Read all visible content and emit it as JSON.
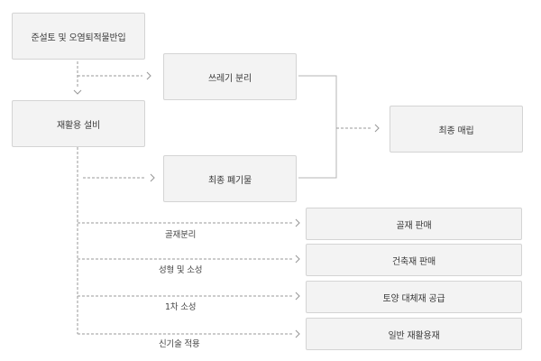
{
  "nodes": {
    "source": "준설토 및 오염퇴적물반입",
    "trash_separation": "쓰레기 분리",
    "recycling_facility": "재활용 설비",
    "final_waste": "최종 폐기물",
    "final_landfill": "최종 매립",
    "aggregate_sale": "골재 판매",
    "construction_sale": "건축재 판매",
    "soil_supply": "토양 대체재 공급",
    "general_recycled": "일반 재활용재"
  },
  "edge_labels": {
    "aggregate_separation": "골재분리",
    "forming_firing": "성형 및 소성",
    "primary_firing": "1차 소성",
    "new_tech": "신기술 적용"
  }
}
